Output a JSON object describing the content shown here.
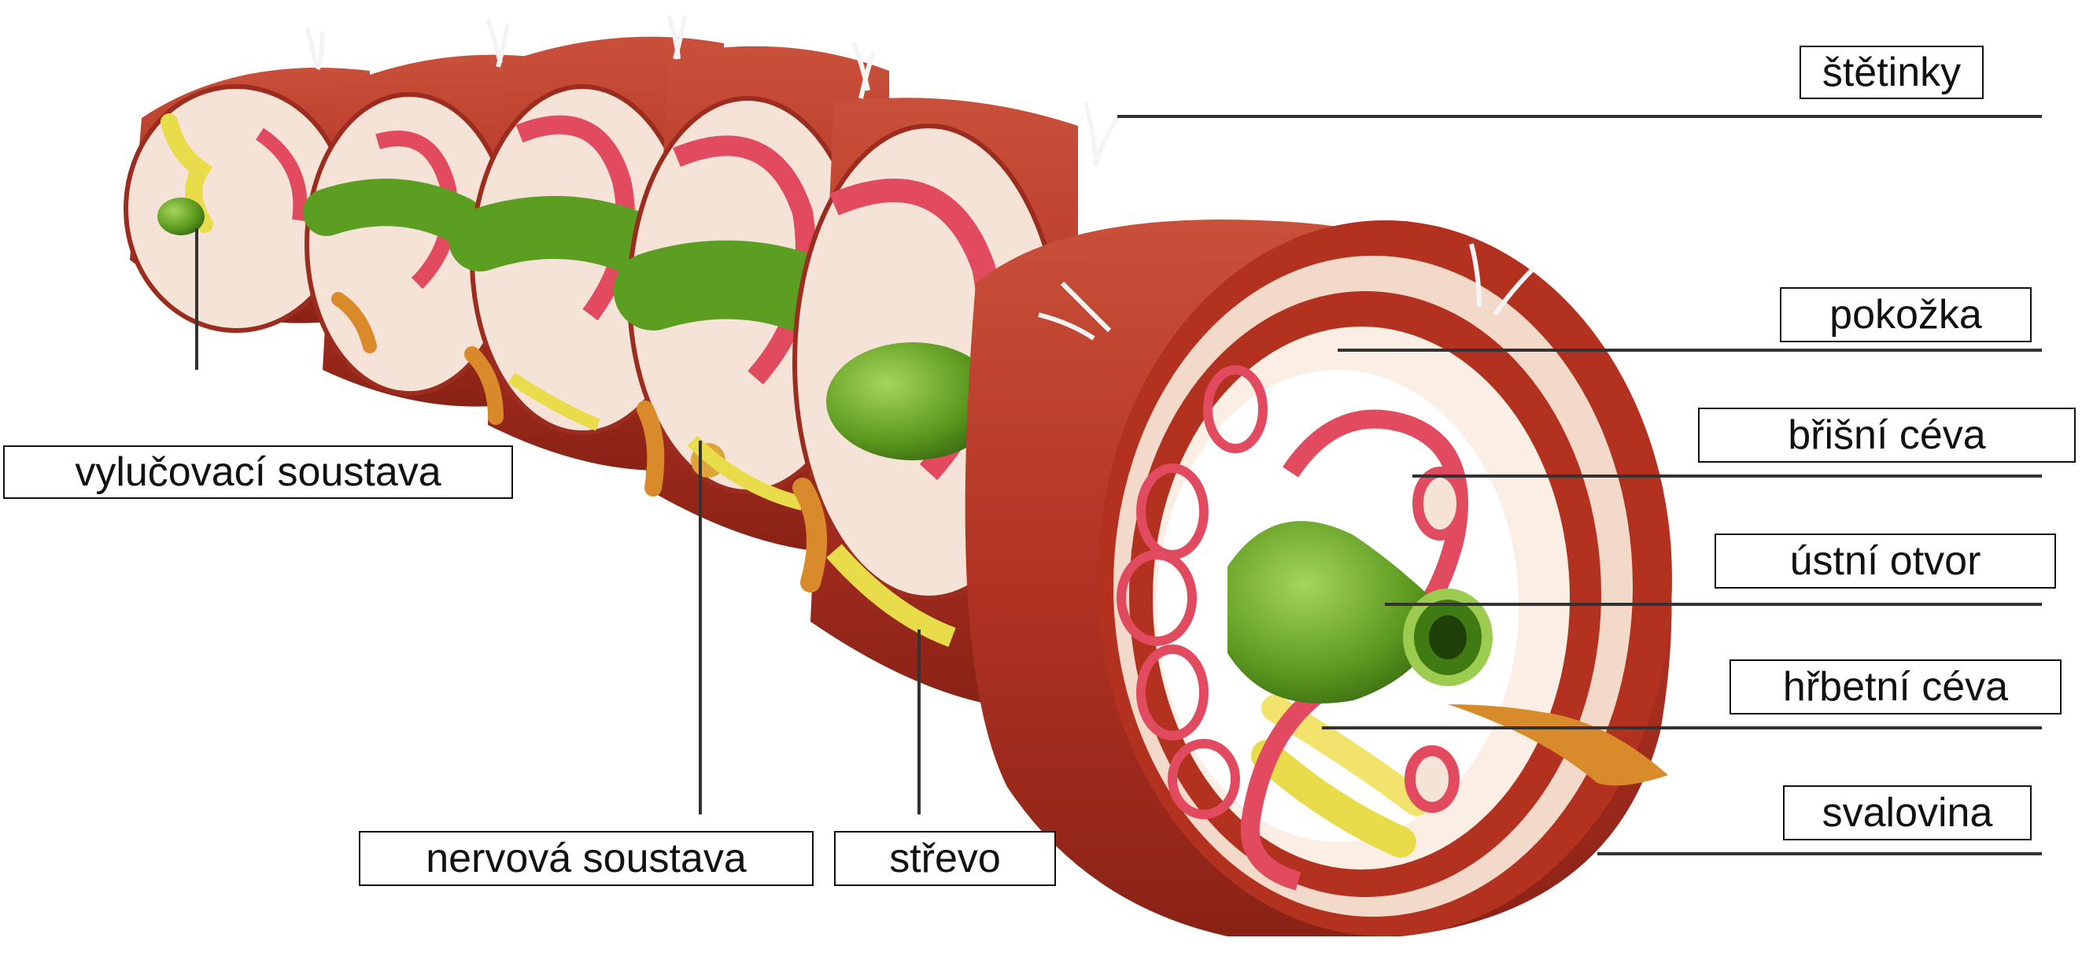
{
  "labels": {
    "setinky": "štětinky",
    "pokozka": "pokožka",
    "brisni_ceva": "břišní céva",
    "ustni_otvor": "ústní otvor",
    "hrbetni_ceva": "hřbetní céva",
    "svalovina": "svalovina",
    "vylucovaci_soustava": "vylučovací soustava",
    "nervova_soustava": "nervová soustava",
    "strevo": "střevo"
  },
  "colors": {
    "body_wall": "#b8382a",
    "body_wall_dark": "#8e2418",
    "body_inner": "#f5ddd0",
    "blood_vessel": "#e24a5f",
    "intestine": "#5c9e22",
    "excretory": "#e8dc4a",
    "nerve": "#d98a2a",
    "bristle": "#f4f4f4"
  }
}
